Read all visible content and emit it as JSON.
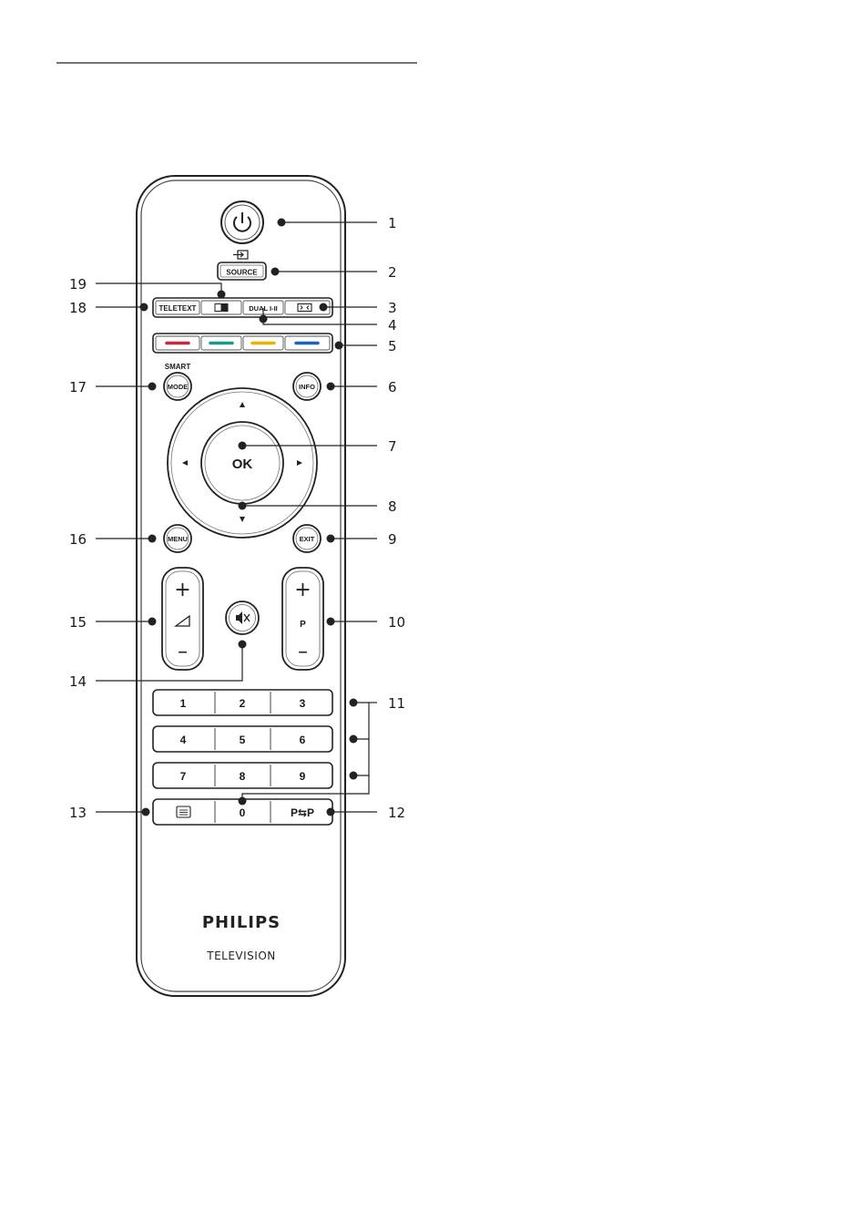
{
  "remote": {
    "source_label": "SOURCE",
    "teletext_label": "TELETEXT",
    "dual_label": "DUAL I-II",
    "smart_label": "SMART",
    "mode_label": "MODE",
    "info_label": "INFO",
    "ok_label": "OK",
    "menu_label": "MENU",
    "exit_label": "EXIT",
    "vol_plus": "+",
    "vol_minus": "–",
    "prog_plus": "+",
    "prog_minus": "–",
    "prog_label": "P",
    "keys": [
      "1",
      "2",
      "3",
      "4",
      "5",
      "6",
      "7",
      "8",
      "9"
    ],
    "zero_label": "0",
    "pp_label": "P⇆P",
    "brand": "PHILIPS",
    "product": "TELEVISION",
    "color_keys": [
      "#c8283a",
      "#1a9a8a",
      "#e8b400",
      "#1d63b8"
    ]
  },
  "callouts": {
    "c1": "1",
    "c2": "2",
    "c3": "3",
    "c4": "4",
    "c5": "5",
    "c6": "6",
    "c7": "7",
    "c8": "8",
    "c9": "9",
    "c10": "10",
    "c11": "11",
    "c12": "12",
    "c13": "13",
    "c14": "14",
    "c15": "15",
    "c16": "16",
    "c17": "17",
    "c18": "18",
    "c19": "19"
  }
}
